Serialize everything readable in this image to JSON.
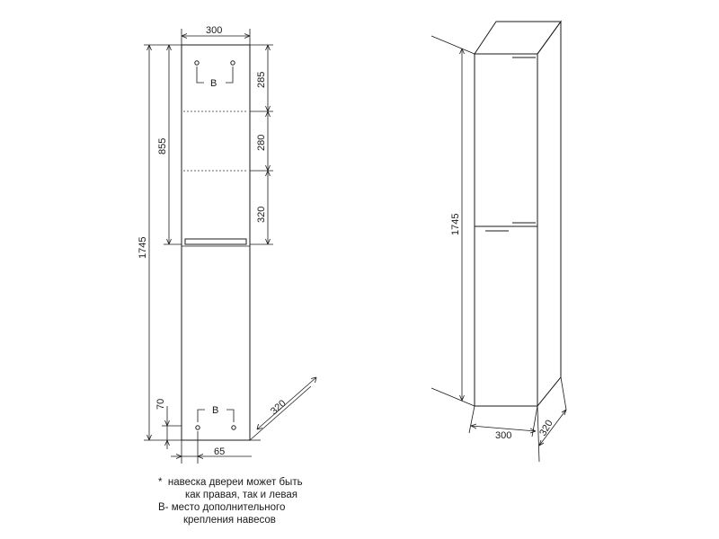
{
  "dimensions": {
    "front_width": "300",
    "top_zone": "285",
    "middle_zone": "280",
    "bottom_zone": "320",
    "upper_height": "855",
    "total_height": "1745",
    "foot_offset": "70",
    "depth": "320",
    "side_offset": "65",
    "iso_height": "1745",
    "iso_width": "300",
    "iso_depth": "320"
  },
  "labels": {
    "mount_top": "B",
    "mount_bottom": "B"
  },
  "notes": {
    "line1_marker": "*",
    "line1": "навеска двереи может быть",
    "line2": "как правая, так и левая",
    "line3": "B- место дополнительного",
    "line4": "крепления навесов"
  },
  "colors": {
    "line": "#1a1a1a",
    "cabinet_front": "#e9e9ee",
    "cabinet_side": "#dcdce2",
    "cabinet_top": "#f3f3f5"
  }
}
